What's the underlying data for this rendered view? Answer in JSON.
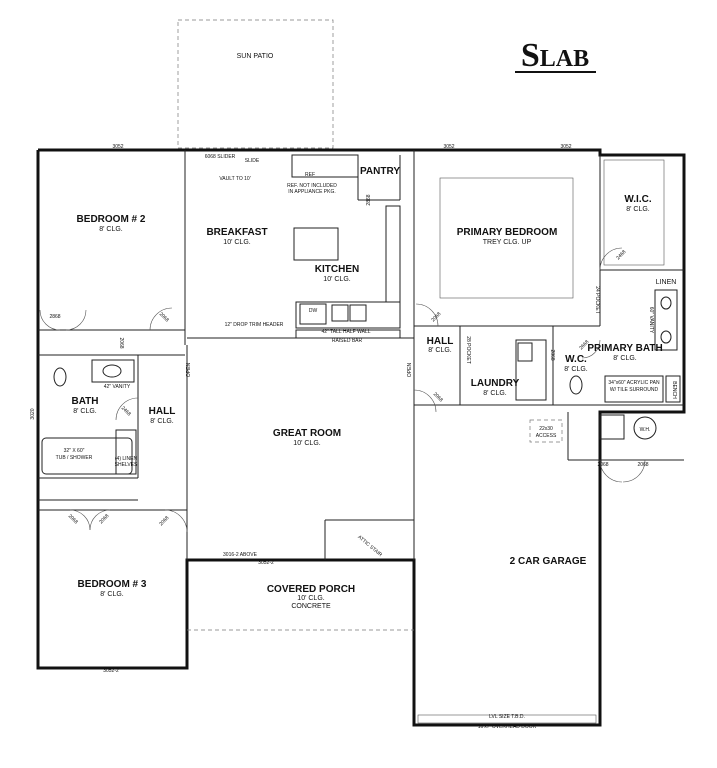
{
  "title": "Slab",
  "rooms": {
    "sun_patio": "SUN PATIO",
    "bedroom2": {
      "name": "BEDROOM # 2",
      "clg": "8' CLG."
    },
    "breakfast": {
      "name": "BREAKFAST",
      "clg": "10' CLG."
    },
    "kitchen": {
      "name": "KITCHEN",
      "clg": "10' CLG."
    },
    "pantry": "PANTRY",
    "primary_bedroom": {
      "name": "PRIMARY BEDROOM",
      "clg": "TREY CLG. UP"
    },
    "wic": {
      "name": "W.I.C.",
      "clg": "8' CLG."
    },
    "linen": "LINEN",
    "bath": {
      "name": "BATH",
      "clg": "8' CLG."
    },
    "hall_left": {
      "name": "HALL",
      "clg": "8' CLG."
    },
    "hall_right": {
      "name": "HALL",
      "clg": "8' CLG."
    },
    "great_room": {
      "name": "GREAT ROOM",
      "clg": "10' CLG."
    },
    "laundry": {
      "name": "LAUNDRY",
      "clg": "8' CLG."
    },
    "wc": {
      "name": "W.C.",
      "clg": "8' CLG."
    },
    "primary_bath": {
      "name": "PRIMARY BATH",
      "clg": "8' CLG."
    },
    "bedroom3": {
      "name": "BEDROOM # 3",
      "clg": "8' CLG."
    },
    "covered_porch": {
      "name": "COVERED PORCH",
      "clg": "10' CLG.",
      "material": "CONCRETE"
    },
    "garage": {
      "name": "2 CAR GARAGE"
    }
  },
  "notes": {
    "slider": "6068 SLIDER",
    "slide": "SLIDE",
    "vault": "VAULT TO 10'",
    "ref": "REF",
    "ref_note_1": "REF. NOT INCLUDED",
    "ref_note_2": "IN APPLIANCE PKG.",
    "drop_trim": "12\" DROP TRIM HEADER",
    "half_wall": "42\" TALL HALF WALL",
    "raised_bar": "RAISED BAR",
    "dw": "DW",
    "vanity_42": "42\" VANITY",
    "tub_1": "32\" X 60\"",
    "tub_2": "TUB / SHOWER",
    "linen_shelves_1": "(4) LINEN",
    "linen_shelves_2": "SHELVES",
    "pocket": "28 POCKET",
    "pocket_24": "24 POCKET",
    "vanity_60": "60\" VANITY",
    "shower_1": "34\"x60\" ACRYLIC PAN",
    "shower_2": "W/ TILE SURROUND",
    "bench": "BENCH",
    "access_1": "22x30",
    "access_2": "ACCESS",
    "wh": "W.H.",
    "above": "3016-2 ABOVE",
    "lvl": "LVL SIZE T.B.D.",
    "overhead_door": "16'x7' OVERHEAD DOOR",
    "attic_stair": "ATTIC STAIR"
  },
  "openings": {
    "w_top_left": "3052",
    "w_top_mid1": "3052",
    "w_top_mid2": "3052",
    "w_bottom": "3052-2",
    "w_porch": "3052-2",
    "w_bath_side": "3020",
    "door_2068": "2068",
    "door_2868": "2868",
    "door_2468": "2468",
    "door_2068_b": "2068",
    "door_2068_c": "2068",
    "door_2068_d": "2068",
    "door_2868_b": "2868",
    "door_2068_e": "2068",
    "door_2468_b": "2468",
    "door_2668": "2668",
    "door_2068_f": "2068",
    "door_2868_c": "2868",
    "door_pair": "2068",
    "door_wh1": "2068",
    "door_wh2": "2068",
    "open_1": "OPEN",
    "open_2": "OPEN"
  }
}
